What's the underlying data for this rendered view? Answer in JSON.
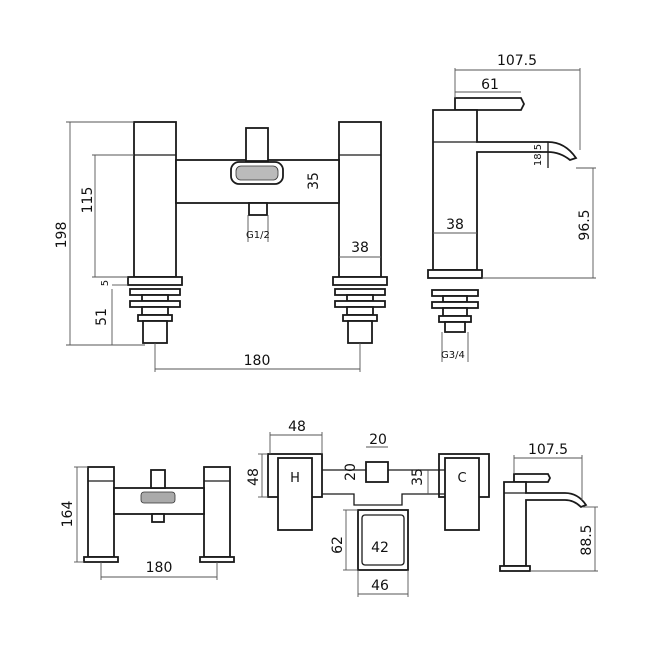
{
  "top_front": {
    "dims": {
      "height_total": "198",
      "height_body": "115",
      "spacer": "5",
      "thread_len": "51",
      "centres": "180",
      "body_depth": "35",
      "handle_w": "38"
    },
    "divert_thread": "G1/2"
  },
  "top_side": {
    "dims": {
      "depth": "107.5",
      "lever": "61",
      "spout_h": "18.5",
      "handle_w": "38",
      "spout_height": "96.5"
    },
    "tail_thread": "G3/4"
  },
  "bottom_front": {
    "dims": {
      "height": "164",
      "centres": "180"
    }
  },
  "bottom_plan": {
    "dims": {
      "handle_w": "48",
      "handle_d": "48",
      "diverter_w": "20",
      "diverter_d": "20",
      "body_d": "35",
      "spout_l": "62",
      "spout_inner": "42",
      "spout_w": "46"
    },
    "hot": "H",
    "cold": "C"
  },
  "bottom_side": {
    "dims": {
      "depth": "107.5",
      "height": "88.5"
    }
  }
}
